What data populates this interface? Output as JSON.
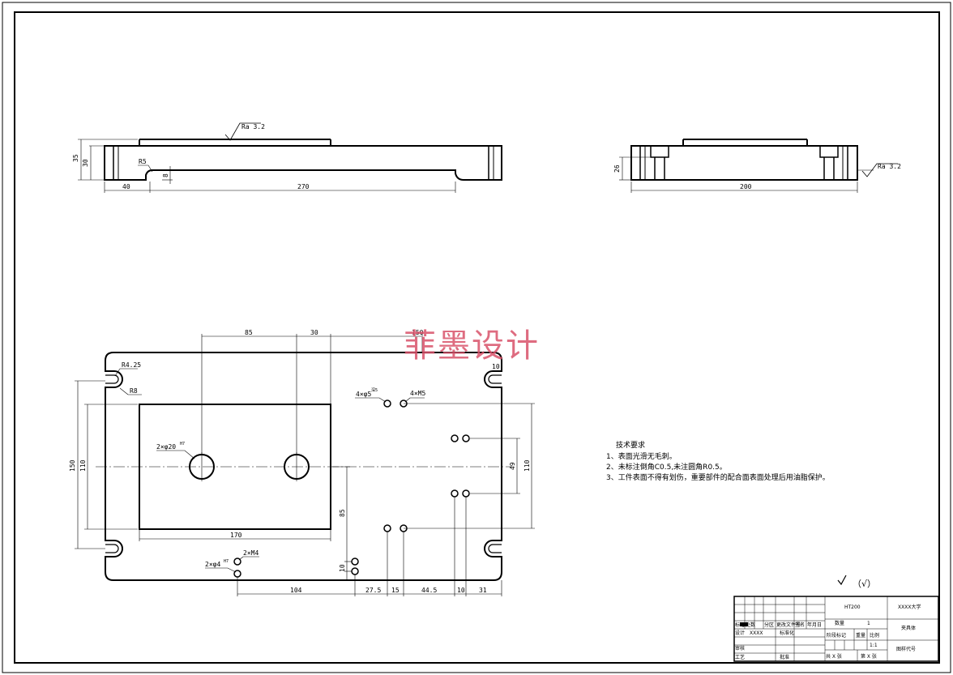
{
  "watermark": "菲墨设计",
  "front_view": {
    "roughness": "Ra 3.2",
    "dims": {
      "h35": "35",
      "h30": "30",
      "r5": "R5",
      "d8": "8",
      "w40": "40",
      "w270": "270"
    }
  },
  "side_view": {
    "roughness": "Ra 3.2",
    "dims": {
      "h26": "26",
      "w200": "200"
    }
  },
  "plan_view": {
    "dims": {
      "top85": "85",
      "top30": "30",
      "top150": "150",
      "r425": "R4.25",
      "r8": "R8",
      "d10top": "10",
      "tapped_a": "4×φ5",
      "tapped_a_sup": "深5",
      "tapped_b": "4×M5",
      "bore": "2×φ20",
      "bore_sup": "H7",
      "left150": "150",
      "left110": "110",
      "right49": "49",
      "right110": "110",
      "w170": "170",
      "v85": "85",
      "m4": "2×M4",
      "pin": "2×φ4",
      "pin_sup": "H7",
      "v10": "10",
      "b104": "104",
      "b275": "27.5",
      "b15": "15",
      "b445": "44.5",
      "b10": "10",
      "b31": "31"
    }
  },
  "tech_notes": {
    "title": "技术要求",
    "lines": [
      "1、表面光滑无毛刺。",
      "2、未标注倒角C0.5,未注圆角R0.5。",
      "3、工件表面不得有划伤，重要部件的配合面表面处理后用油脂保护。"
    ]
  },
  "surface_symbol": "（√）",
  "title_block": {
    "material": "HT200",
    "org": "XXXX大学",
    "part_name": "夹具体",
    "drawing_no": "图样代号",
    "qty_label": "数量",
    "qty_value": "1",
    "scale_value": "1:1",
    "row_labels": [
      "标记",
      "处数",
      "分区",
      "更改文件号",
      "签名",
      "年月日"
    ],
    "design_label": "设计",
    "design_value": "XXXX",
    "std_label": "标准化",
    "review_label": "审核",
    "process_label": "工艺",
    "approve_label": "批准",
    "stage_label": "阶段标记",
    "weight_label": "重量",
    "ratio_label": "比例",
    "sheets_total": "共 X 张",
    "sheet_no": "第 X 张"
  }
}
